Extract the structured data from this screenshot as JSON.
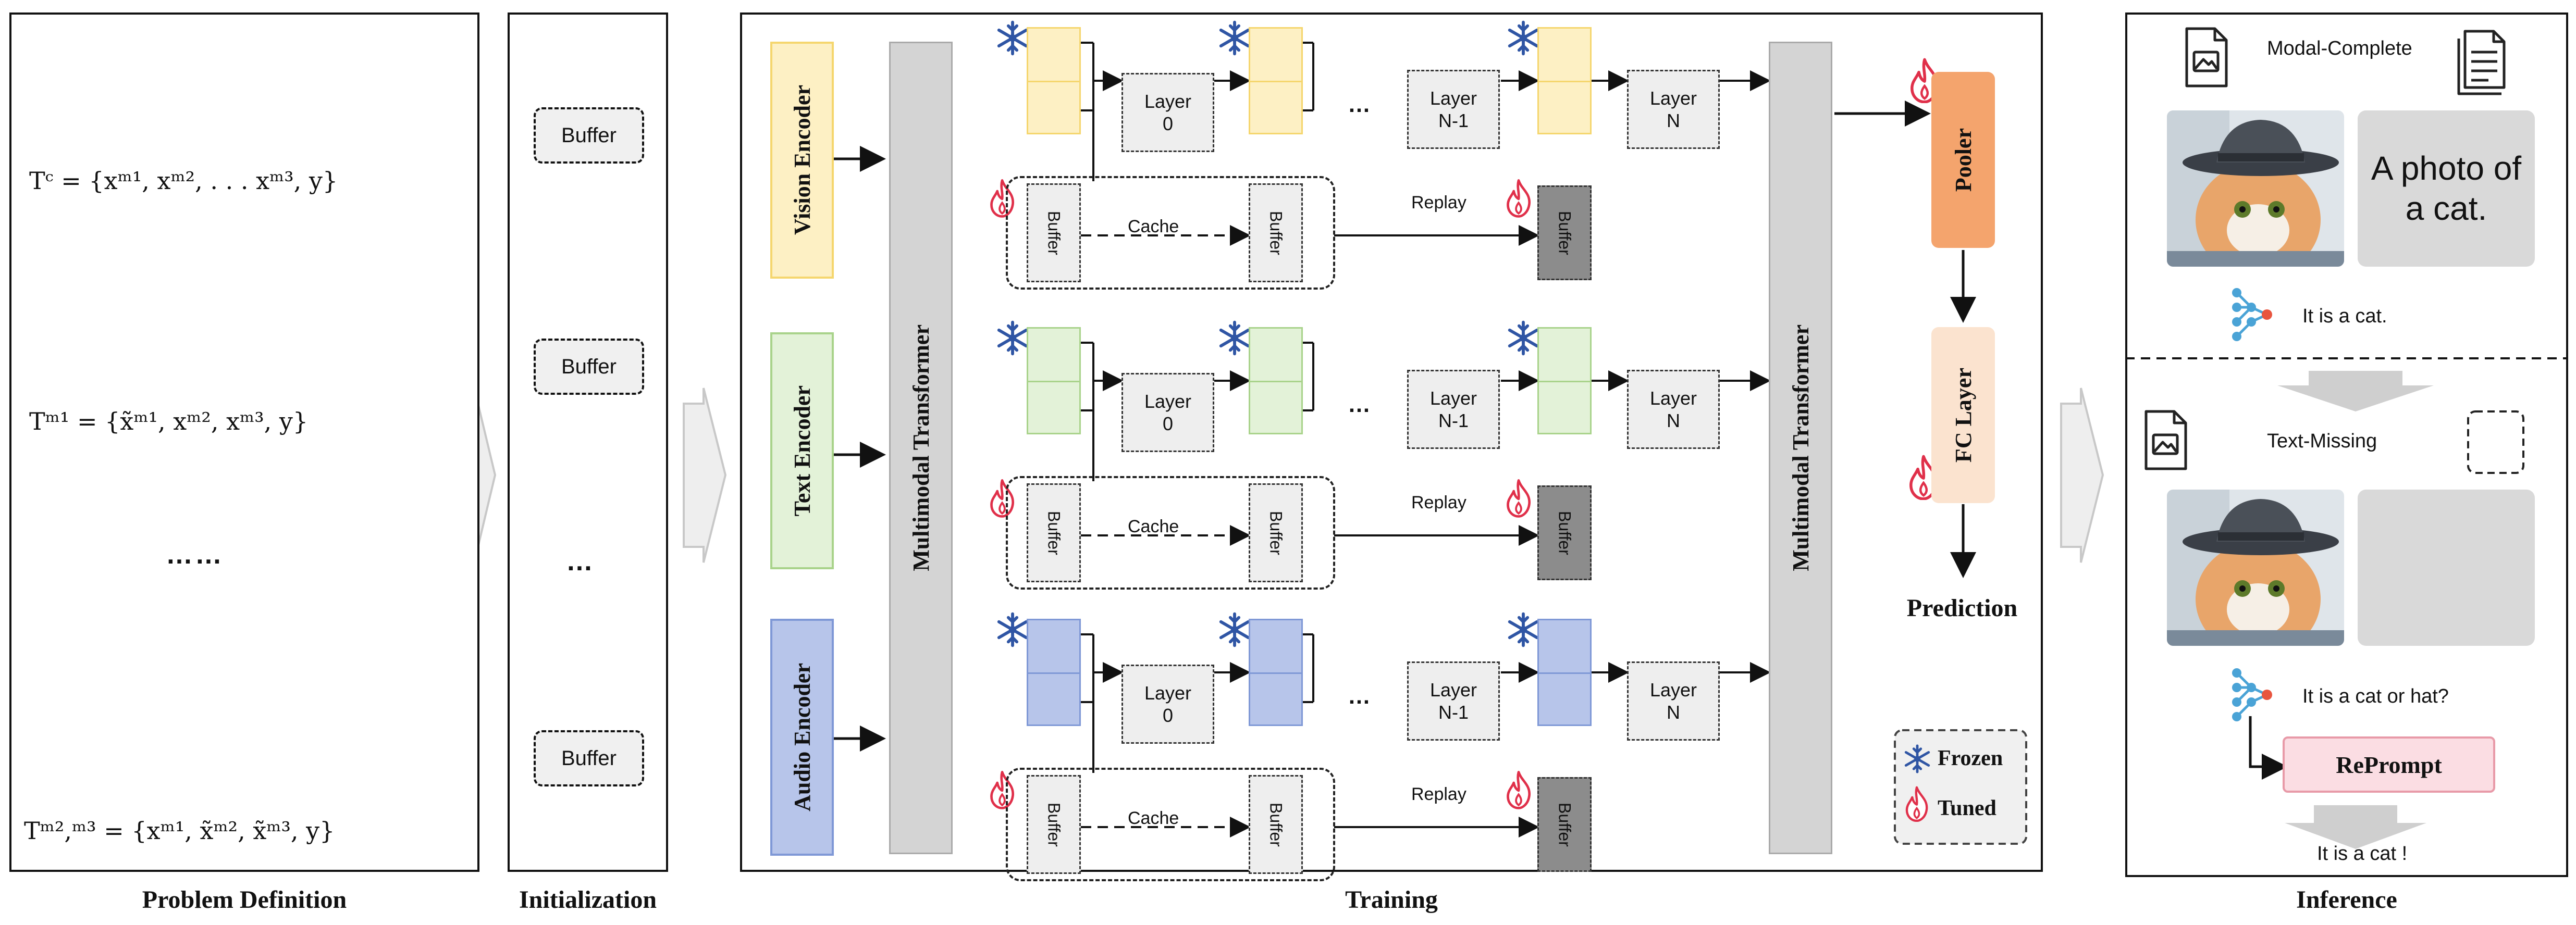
{
  "panels": {
    "problem_definition": "Problem Definition",
    "initialization": "Initialization",
    "training": "Training",
    "inference": "Inference"
  },
  "problem": {
    "formula_complete": "Tᶜ = {xᵐ¹, xᵐ², . . . xᵐ³, y}",
    "formula_m1": "Tᵐ¹ = {x̃ᵐ¹, xᵐ², xᵐ³, y}",
    "ellipsis": "……",
    "formula_m23": "Tᵐ²,ᵐ³ = {xᵐ¹, x̃ᵐ², x̃ᵐ³, y}"
  },
  "initialization": {
    "buffer_labels": [
      "Buffer",
      "Buffer",
      "Buffer"
    ],
    "ellipsis": "…"
  },
  "training": {
    "encoders": [
      "Vision Encoder",
      "Text Encoder",
      "Audio Encoder"
    ],
    "multimodal_transformer": "Multimodal Transformer",
    "layer0": "Layer\n0",
    "layerN1": "Layer\nN-1",
    "layerN": "Layer\nN",
    "ellipsis": "…",
    "buffer": "Buffer",
    "cache": "Cache",
    "replay": "Replay",
    "pooler": "Pooler",
    "fc_layer": "FC Layer",
    "prediction": "Prediction",
    "legend_frozen": "Frozen",
    "legend_tuned": "Tuned",
    "colors": {
      "vision_fill": "#fdf0c4",
      "vision_border": "#f5d66e",
      "text_fill": "#e3f2d8",
      "text_border": "#a9d38b",
      "audio_fill": "#b7c5ea",
      "audio_border": "#7f98d6",
      "pooler": "#f4a46d",
      "fc_layer": "#fbe3cf",
      "snowflake": "#2f55a4",
      "flame": "#e0304a"
    }
  },
  "inference": {
    "modal_complete": "Modal-Complete",
    "photo_caption": "A photo of a cat.",
    "output1": "It is a cat.",
    "text_missing": "Text-Missing",
    "output2": "It is a cat or hat?",
    "reprompt": "RePrompt",
    "output3": "It is a cat !",
    "colors": {
      "reprompt_fill": "#fbdde3",
      "reprompt_border": "#e89aa8"
    }
  }
}
